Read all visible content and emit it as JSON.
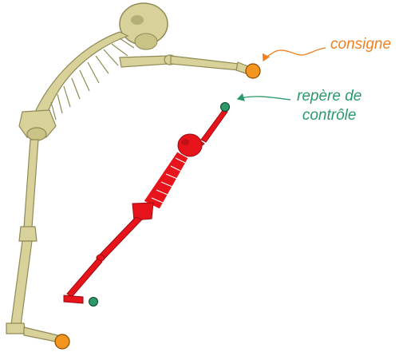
{
  "labels": {
    "consigne": "consigne",
    "repere_line1": "repère de",
    "repere_line2": "contrôle"
  },
  "colors": {
    "consigne": "#f08020",
    "repere": "#2a9a6a",
    "skeleton_bone": "#d8d29a",
    "skeleton_shade": "#8f8a55",
    "skeleton_red": "#e8141c",
    "skeleton_red_dark": "#9a0a10"
  },
  "icons": {
    "target_marker": "orange-circle",
    "control_marker": "green-circle",
    "arrow": "curved-arrow"
  }
}
